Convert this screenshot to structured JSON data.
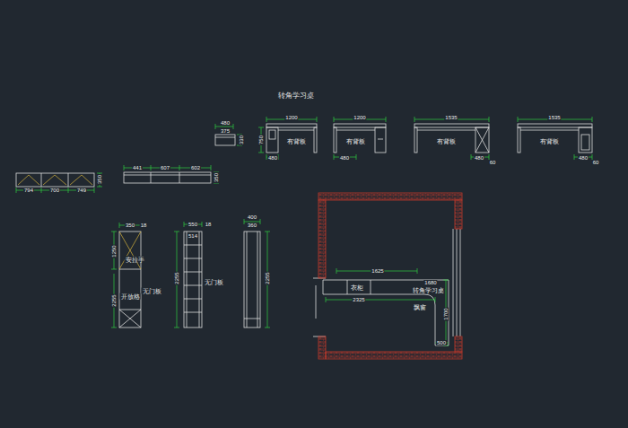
{
  "diagram": {
    "title": "转角学习桌",
    "nodes": [
      {
        "text": [
          "有背板"
        ]
      },
      {
        "text": [
          "有背板"
        ]
      },
      {
        "text": [
          "有背板"
        ]
      },
      {
        "text": [
          "有背板"
        ]
      }
    ],
    "labels": [
      "480",
      "375",
      "330",
      "1200",
      "750",
      "480",
      "1200",
      "480",
      "1535",
      "480",
      "60",
      "1535",
      "480",
      "60",
      "794",
      "700",
      "749",
      "350",
      "441",
      "607",
      "602",
      "350",
      "350",
      "18",
      "1250",
      "2255",
      "安拉手",
      "开放格",
      "无门板",
      "550",
      "18",
      "514",
      "2255",
      "无门板",
      "400",
      "360",
      "2255",
      "1625",
      "衣柜",
      "1680",
      "转角学习桌",
      "2325",
      "飘窗",
      "1700",
      "500"
    ]
  }
}
